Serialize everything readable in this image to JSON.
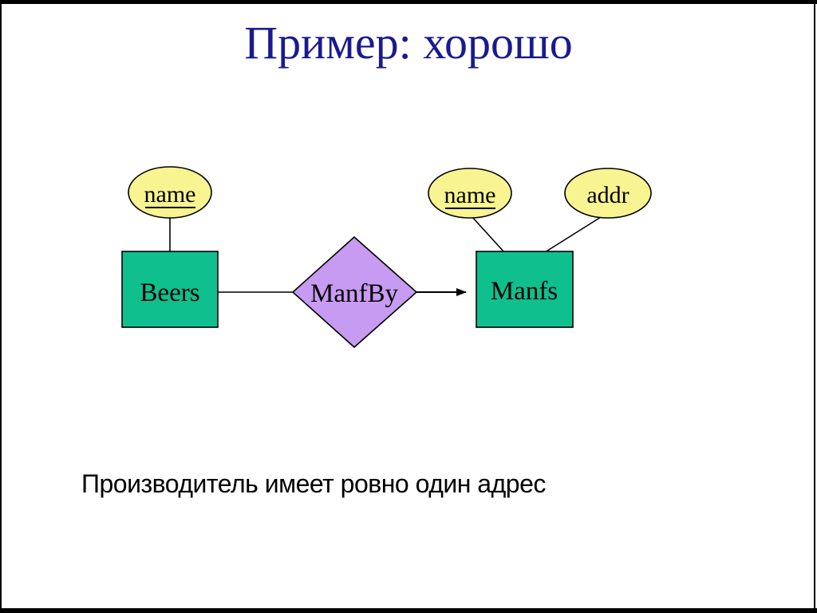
{
  "colors": {
    "title": "#1a1a8f",
    "entity-fill": "#10bf8e",
    "relationship-fill": "#c79bf2",
    "attribute-fill": "#f8f491",
    "line": "#000000",
    "frame": "#000000"
  },
  "slide": {
    "title": "Пример: хорошо",
    "caption": "Производитель имеет ровно один адрес"
  },
  "diagram": {
    "entities": {
      "beers": {
        "label": "Beers"
      },
      "manfs": {
        "label": "Manfs"
      }
    },
    "relationships": {
      "manfby": {
        "label": "ManfBy",
        "from": "Beers",
        "to": "Manfs",
        "arrow_to": "Manfs"
      }
    },
    "attributes": {
      "beers_name": {
        "label": "name",
        "underlined": true
      },
      "manfs_name": {
        "label": "name",
        "underlined": true
      },
      "manfs_addr": {
        "label": "addr",
        "underlined": false
      }
    }
  }
}
